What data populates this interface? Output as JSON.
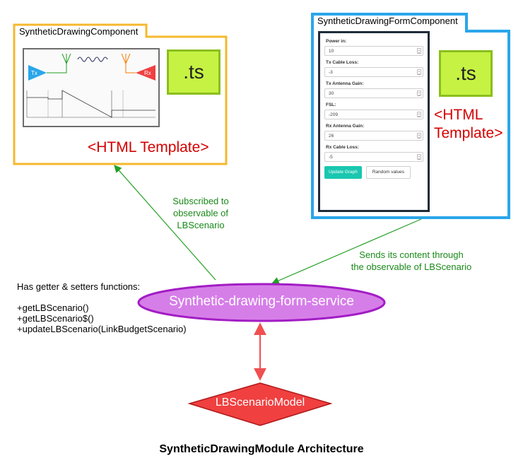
{
  "drawing_component": {
    "title": "SyntheticDrawingComponent",
    "ts_label": ".ts",
    "html_template": "<HTML Template>",
    "preview": {
      "tx_label": "Tx",
      "rx_label": "Rx"
    }
  },
  "form_component": {
    "title": "SyntheticDrawingFormComponent",
    "ts_label": ".ts",
    "html_template_line1": "<HTML",
    "html_template_line2": "Template>",
    "fields": [
      {
        "label": "Power in:",
        "value": "10"
      },
      {
        "label": "Tx Cable Loss:",
        "value": "-3"
      },
      {
        "label": "Tx Antenna Gain:",
        "value": "30"
      },
      {
        "label": "FSL:",
        "value": "-209"
      },
      {
        "label": "Rx Antenna Gain:",
        "value": "26"
      },
      {
        "label": "Rx Cable Loss:",
        "value": "-5"
      }
    ],
    "update_button": "Update Graph",
    "random_button": "Random values"
  },
  "notes": {
    "subscribed": [
      "Subscribed to",
      "observable of",
      "LBScenario"
    ],
    "sends": [
      "Sends its content through",
      "the observable of LBScenario"
    ]
  },
  "service": {
    "name": "Synthetic-drawing-form-service",
    "functions_heading": "Has getter & setters functions:",
    "functions": [
      "+getLBScenario()",
      "+getLBScenario$()",
      "+updateLBScenario(LinkBudgetScenario)"
    ]
  },
  "model": {
    "name": "LBScenarioModel"
  },
  "title": "SyntheticDrawingModule Architecture",
  "colors": {
    "drawing_border": "#f5b82e",
    "drawing_title": "#f57c00",
    "form_border": "#2aa6ea",
    "form_title": "#1f4e79",
    "service_fill": "#d67ee8",
    "service_stroke": "#a21dc4",
    "model_fill": "#f04040",
    "model_stroke": "#b01818",
    "arrow_green": "#22a022",
    "arrow_red": "#f05050"
  }
}
